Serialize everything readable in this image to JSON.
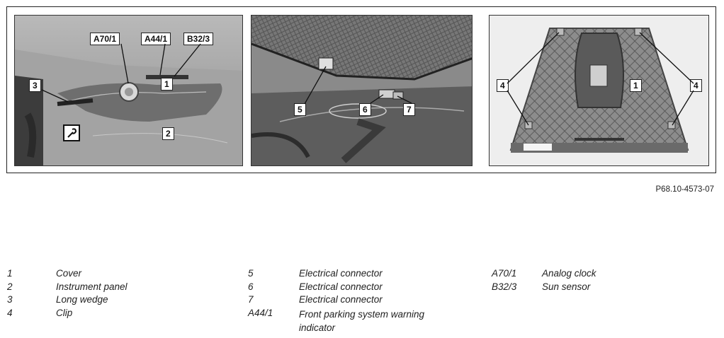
{
  "figure_ref": "P68.10-4573-07",
  "panel1_callouts": {
    "a70": "A70/1",
    "a44": "A44/1",
    "b32": "B32/3",
    "n1": "1",
    "n2": "2",
    "n3": "3"
  },
  "panel2_callouts": {
    "n5": "5",
    "n6": "6",
    "n7": "7"
  },
  "panel3_callouts": {
    "n4a": "4",
    "n1": "1",
    "n4b": "4"
  },
  "legend": {
    "col1": [
      {
        "key": "1",
        "label": "Cover"
      },
      {
        "key": "2",
        "label": "Instrument panel"
      },
      {
        "key": "3",
        "label": "Long wedge"
      },
      {
        "key": "4",
        "label": "Clip"
      }
    ],
    "col2": [
      {
        "key": "5",
        "label": "Electrical connector"
      },
      {
        "key": "6",
        "label": "Electrical connector"
      },
      {
        "key": "7",
        "label": "Electrical connector"
      },
      {
        "key": "A44/1",
        "label": "Front parking system warning indicator"
      }
    ],
    "col3": [
      {
        "key": "A70/1",
        "label": "Analog clock"
      },
      {
        "key": "B32/3",
        "label": "Sun sensor"
      }
    ]
  }
}
